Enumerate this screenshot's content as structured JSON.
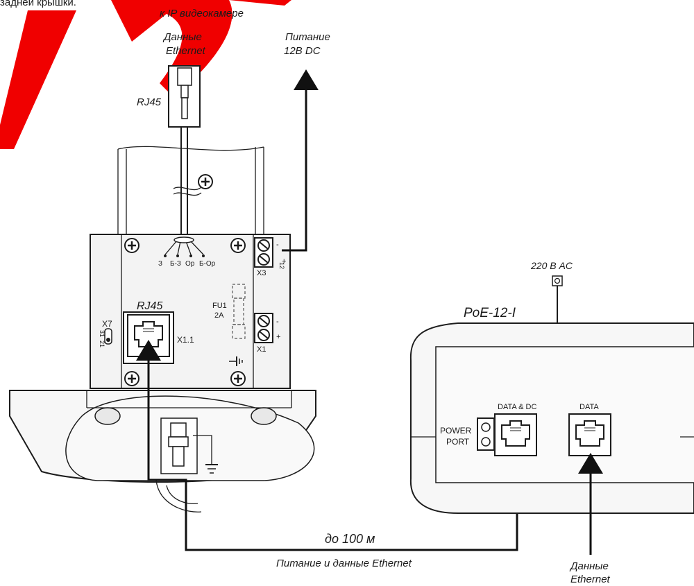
{
  "header_fragment": "задней крышки.",
  "watermark": "АЭ",
  "colors": {
    "watermark": "#f00000",
    "line": "#1c1c1c",
    "fill": "#f3f3f3"
  },
  "labels": {
    "to_camera": "к IP видеокамере",
    "eth_data_top_1": "Данные",
    "eth_data_top_2": "Ethernet",
    "power_1": "Питание",
    "power_2": "12В DC",
    "rj45_plug": "RJ45",
    "wire_colors": [
      "З",
      "Б-З",
      "Ор",
      "Б-Ор"
    ],
    "x3": "X3",
    "x3_pins": [
      "-",
      "12",
      "+"
    ],
    "fu1": "FU1",
    "fu1_rating": "2A",
    "x1": "X1",
    "x1_pins": [
      "-",
      "+"
    ],
    "rj45_board": "RJ45",
    "x1_1": "X1.1",
    "x7": "X7",
    "x7_pins": [
      "31",
      "21"
    ],
    "ac_label": "220 В AC",
    "device_name": "PoE-12-I",
    "data_dc_port": "DATA & DC",
    "data_port": "DATA",
    "power_port_1": "POWER",
    "power_port_2": "PORT",
    "distance": "до 100 м",
    "power_and_data": "Питание и данные Ethernet",
    "eth_data_bottom_1": "Данные",
    "eth_data_bottom_2": "Ethernet"
  }
}
